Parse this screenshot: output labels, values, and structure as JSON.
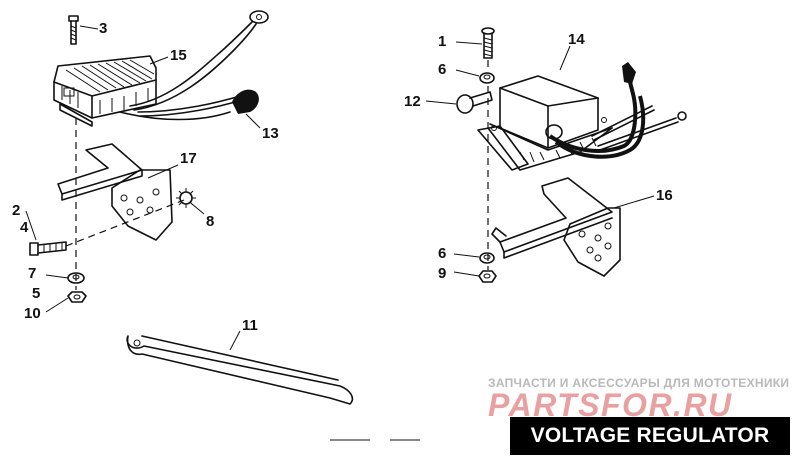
{
  "title": "VOLTAGE REGULATOR",
  "watermark": {
    "subtitle": "ЗАПЧАСТИ И АКСЕССУАРЫ ДЛЯ МОТОТЕХНИКИ",
    "logo_text": "PARTSFOR.RU",
    "logo_color": "#e8a0a0"
  },
  "callouts": [
    "1",
    "2",
    "3",
    "4",
    "5",
    "6",
    "6",
    "7",
    "8",
    "9",
    "10",
    "11",
    "12",
    "13",
    "14",
    "15",
    "16",
    "17"
  ]
}
